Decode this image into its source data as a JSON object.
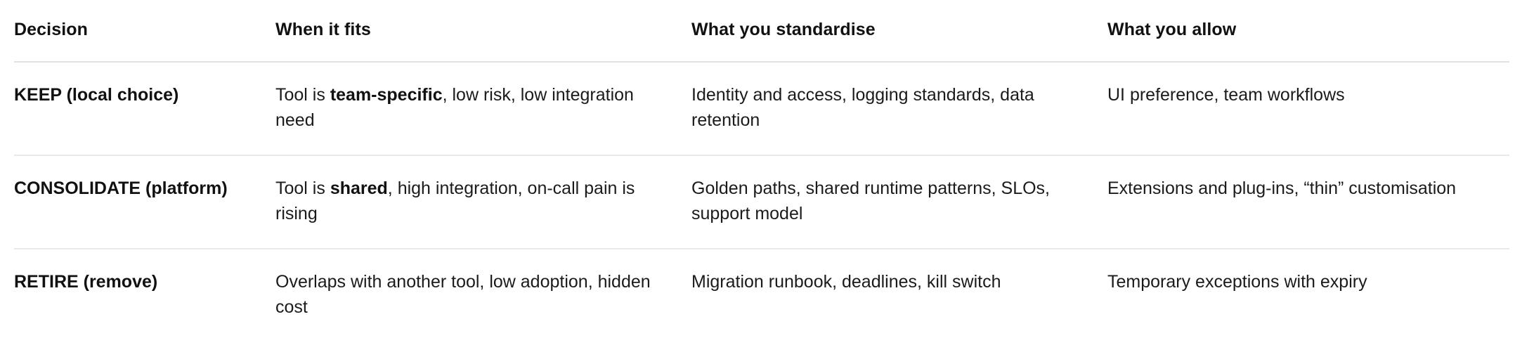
{
  "table": {
    "name": "tool-decision-matrix",
    "columns": [
      "Decision",
      "When it fits",
      "What you standardise",
      "What you allow"
    ],
    "rows": [
      {
        "decision": "KEEP (local choice)",
        "when_it_fits": {
          "before": "Tool is ",
          "emphasis": "team-specific",
          "after": ", low risk, low integration need"
        },
        "what_you_standardise": "Identity and access, logging standards, data retention",
        "what_you_allow": "UI preference, team workflows"
      },
      {
        "decision": "CONSOLIDATE (platform)",
        "when_it_fits": {
          "before": "Tool is ",
          "emphasis": "shared",
          "after": ", high integration, on-call pain is rising"
        },
        "what_you_standardise": "Golden paths, shared runtime patterns, SLOs, support model",
        "what_you_allow": "Extensions and plug-ins, “thin” customisation"
      },
      {
        "decision": "RETIRE (remove)",
        "when_it_fits": {
          "before": "Overlaps with another tool, low adoption, hidden cost",
          "emphasis": "",
          "after": ""
        },
        "what_you_standardise": "Migration runbook, deadlines, kill switch",
        "what_you_allow": "Temporary exceptions with expiry"
      }
    ]
  },
  "style": {
    "text_color": "#1b1b1b",
    "heading_color": "#111111",
    "rule_color": "#e4e4e4",
    "background": "#ffffff"
  }
}
